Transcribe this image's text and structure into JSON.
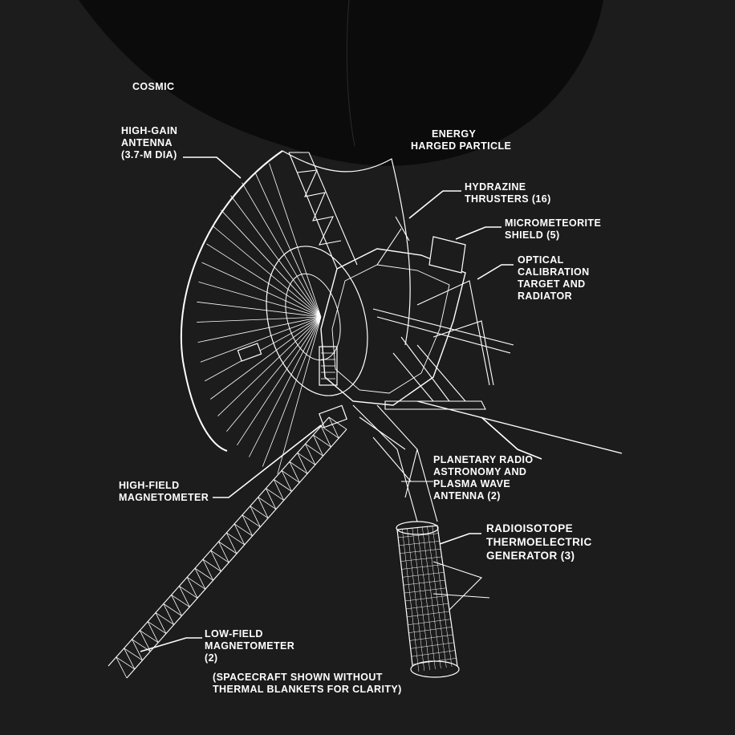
{
  "labels": {
    "cosmic_ray": [
      "COSMIC"
    ],
    "high_gain_antenna": [
      "HIGH-GAIN",
      "ANTENNA",
      "(3.7-m DIA)"
    ],
    "low_energy_particle": [
      "ENERGY",
      "HARGED PARTICLE"
    ],
    "hydrazine_thrusters": [
      "HYDRAZINE",
      "THRUSTERS (16)"
    ],
    "micrometeorite_shield": [
      "MICROMETEORITE",
      "SHIELD (5)"
    ],
    "optical_calibration": [
      "OPTICAL",
      "CALIBRATION",
      "TARGET AND",
      "RADIATOR"
    ],
    "planetary_radio": [
      "PLANETARY RADIO",
      "ASTRONOMY AND",
      "PLASMA WAVE",
      "ANTENNA (2)"
    ],
    "rtg": [
      "RADIOISOTOPE",
      "THERMOELECTRIC",
      "GENERATOR (3)"
    ],
    "high_field_magnetometer": [
      "HIGH-FIELD",
      "MAGNETOMETER"
    ],
    "low_field_magnetometer": [
      "LOW-FIELD",
      "MAGNETOMETER",
      "(2)"
    ],
    "caption": [
      "(SPACECRAFT SHOWN WITHOUT",
      "THERMAL BLANKETS FOR CLARITY)"
    ]
  },
  "colors": {
    "background": "#1c1c1c",
    "dark_shape": "#0b0b0b",
    "line": "#ffffff"
  }
}
